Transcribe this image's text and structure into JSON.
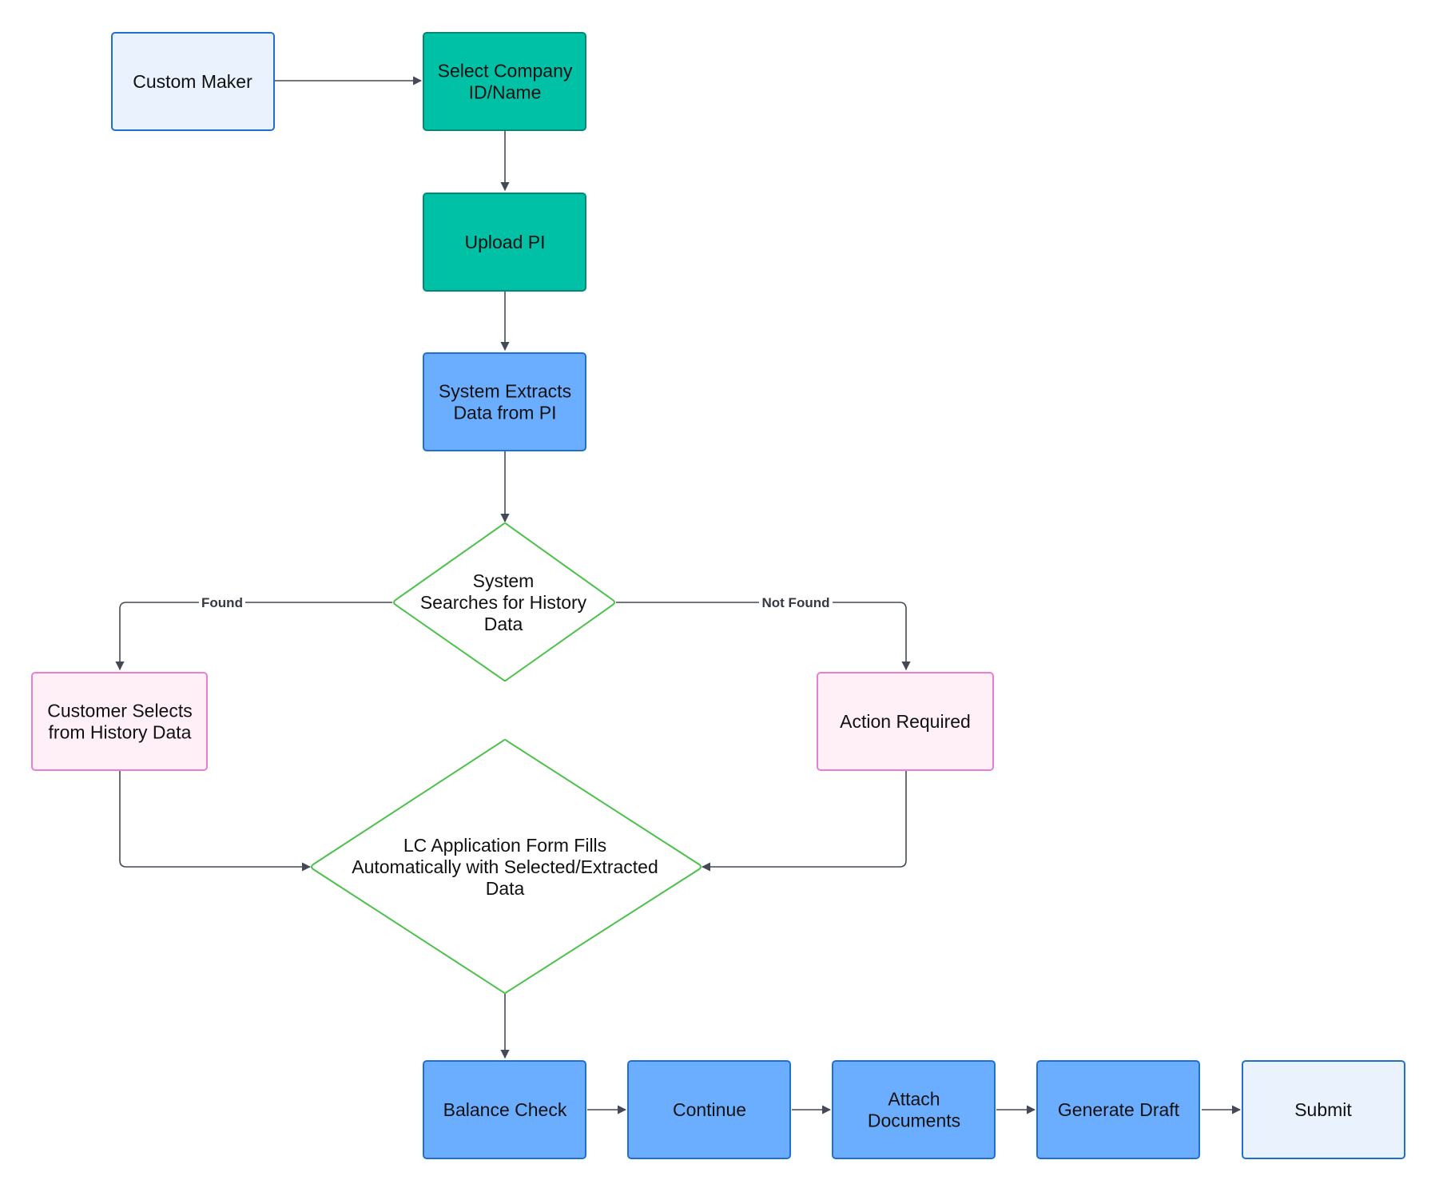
{
  "colors": {
    "edge": "#444a55",
    "light_fill": "#eaf3fd",
    "light_stroke": "#1f6fcf",
    "teal_fill": "#00c0a6",
    "teal_stroke": "#008a74",
    "blue_fill": "#6baeff",
    "blue_stroke": "#1f6fcf",
    "pink_fill": "#fff0f8",
    "pink_stroke": "#e87fd2",
    "diamond_stroke": "#4cc24c"
  },
  "nodes": {
    "custom_maker": [
      "Custom Maker"
    ],
    "select_company": [
      "Select Company",
      "ID/Name"
    ],
    "upload_pi": [
      "Upload PI"
    ],
    "extract": [
      "System Extracts",
      "Data from PI"
    ],
    "search": [
      "System",
      "Searches for History",
      "Data"
    ],
    "customer_selects": [
      "Customer Selects",
      "from History Data"
    ],
    "action_required": [
      "Action Required"
    ],
    "lc_form": [
      "LC Application Form Fills",
      "Automatically with Selected/Extracted",
      "Data"
    ],
    "balance_check": [
      "Balance Check"
    ],
    "continue": [
      "Continue"
    ],
    "attach_docs": [
      "Attach",
      "Documents"
    ],
    "generate_draft": [
      "Generate Draft"
    ],
    "submit": [
      "Submit"
    ]
  },
  "edge_labels": {
    "found": "Found",
    "not_found": "Not Found"
  }
}
